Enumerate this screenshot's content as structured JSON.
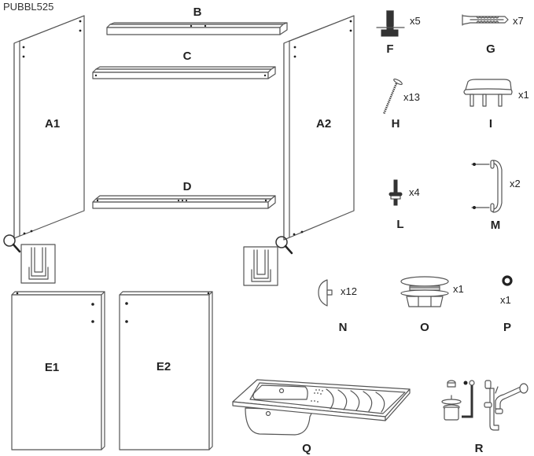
{
  "document": {
    "model_code": "PUBBL525",
    "type": "assembly-parts-list"
  },
  "panels": [
    {
      "id": "A1",
      "label": "A1",
      "kind": "side-panel-left"
    },
    {
      "id": "A2",
      "label": "A2",
      "kind": "side-panel-right"
    },
    {
      "id": "B",
      "label": "B",
      "kind": "top-rail"
    },
    {
      "id": "C",
      "label": "C",
      "kind": "middle-rail"
    },
    {
      "id": "D",
      "label": "D",
      "kind": "bottom-rail"
    },
    {
      "id": "E1",
      "label": "E1",
      "kind": "door-left"
    },
    {
      "id": "E2",
      "label": "E2",
      "kind": "door-right"
    }
  ],
  "hardware": [
    {
      "id": "F",
      "label": "F",
      "quantity": "x5",
      "kind": "cam-dowel"
    },
    {
      "id": "G",
      "label": "G",
      "quantity": "x7",
      "kind": "wall-plug"
    },
    {
      "id": "H",
      "label": "H",
      "quantity": "x13",
      "kind": "screw"
    },
    {
      "id": "I",
      "label": "I",
      "quantity": "x1",
      "kind": "shelf-support"
    },
    {
      "id": "L",
      "label": "L",
      "quantity": "x4",
      "kind": "peg"
    },
    {
      "id": "M",
      "label": "M",
      "quantity": "x2",
      "kind": "handle-with-screws"
    },
    {
      "id": "N",
      "label": "N",
      "quantity": "x12",
      "kind": "cover-cap"
    },
    {
      "id": "O",
      "label": "O",
      "quantity": "x1",
      "kind": "drain-plug"
    },
    {
      "id": "P",
      "label": "P",
      "quantity": "x1",
      "kind": "washer"
    },
    {
      "id": "Q",
      "label": "Q",
      "kind": "sink"
    },
    {
      "id": "R",
      "label": "R",
      "kind": "drain-trap-kit"
    }
  ]
}
